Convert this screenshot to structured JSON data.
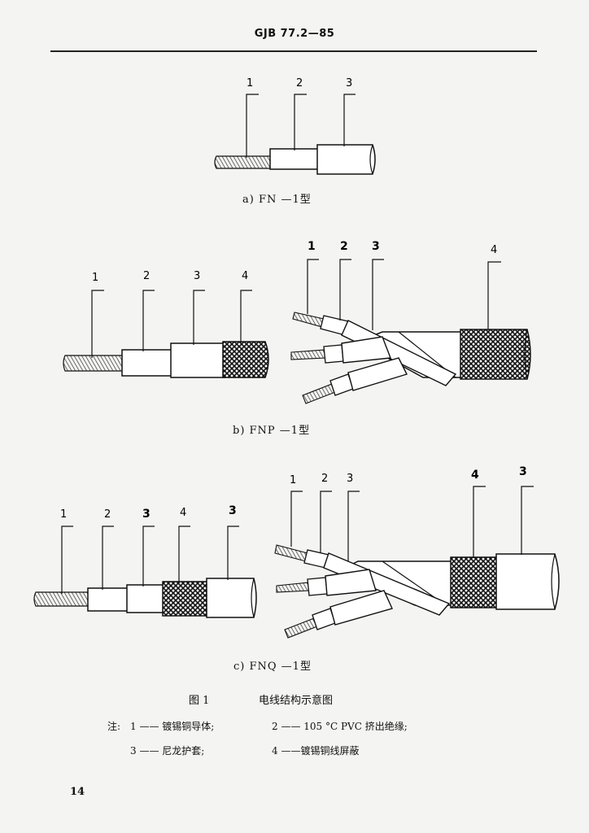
{
  "header": {
    "doc_code": "GJB 77.2—85"
  },
  "figures": {
    "a": {
      "caption": "a)  FN —1型",
      "labels": [
        "1",
        "2",
        "3"
      ]
    },
    "b": {
      "caption": "b)  FNP —1型",
      "single_labels": [
        "1",
        "2",
        "3",
        "4"
      ],
      "multi_labels": [
        "1",
        "2",
        "3",
        "4"
      ]
    },
    "c": {
      "caption": "c)  FNQ —1型",
      "single_labels": [
        "1",
        "2",
        "3",
        "4",
        "3"
      ],
      "multi_labels": [
        "1",
        "2",
        "3",
        "4",
        "3"
      ]
    }
  },
  "figure_title": {
    "number": "图  1",
    "text": "电线结构示意图"
  },
  "notes": {
    "prefix": "注:",
    "items": [
      "1 —— 镀锡铜导体;",
      "2 —— 105 °C PVC 挤出绝缘;",
      "3 —— 尼龙护套;",
      "4 ——镀锡铜线屏蔽"
    ]
  },
  "page_number": "14"
}
